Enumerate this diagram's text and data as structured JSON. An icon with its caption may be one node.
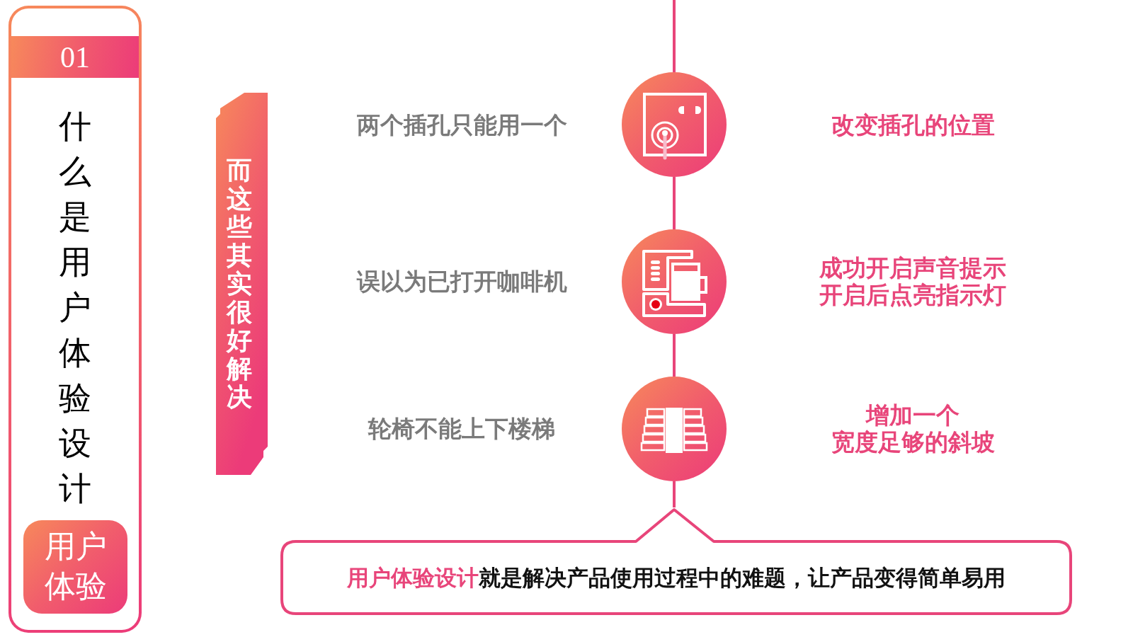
{
  "diagram": {
    "nodes": [
      {
        "text": [
          "什么是用户体验设计"
        ]
      },
      {
        "text": [
          "01"
        ],
        "in": 0
      },
      {
        "text": [
          "用户体验"
        ],
        "in": 0
      },
      {
        "text": [
          "而这些其实很好解决"
        ]
      },
      {
        "text": [],
        "shape": "circle"
      },
      {
        "text": [],
        "shape": "circle"
      },
      {
        "text": [],
        "shape": "circle"
      },
      {
        "text": [
          "**用户体验设计**就是解决产品使用过程中的难题，让产品变得简单易用"
        ]
      }
    ],
    "edges": [
      {
        "from": null,
        "to": 4,
        "arrow": "none"
      },
      {
        "from": 4,
        "to": 5,
        "arrow": "none"
      },
      {
        "from": 5,
        "to": 6,
        "arrow": "none"
      },
      {
        "from": 6,
        "to": 7,
        "arrow": "none"
      }
    ],
    "labels": [
      "两个插孔只能用一个",
      "改变插孔的位置",
      "误以为已打开咖啡机",
      "成功开启声音提示开启后点亮指示灯",
      "轮椅不能上下楼梯",
      "增加一个宽度足够的斜坡"
    ]
  }
}
